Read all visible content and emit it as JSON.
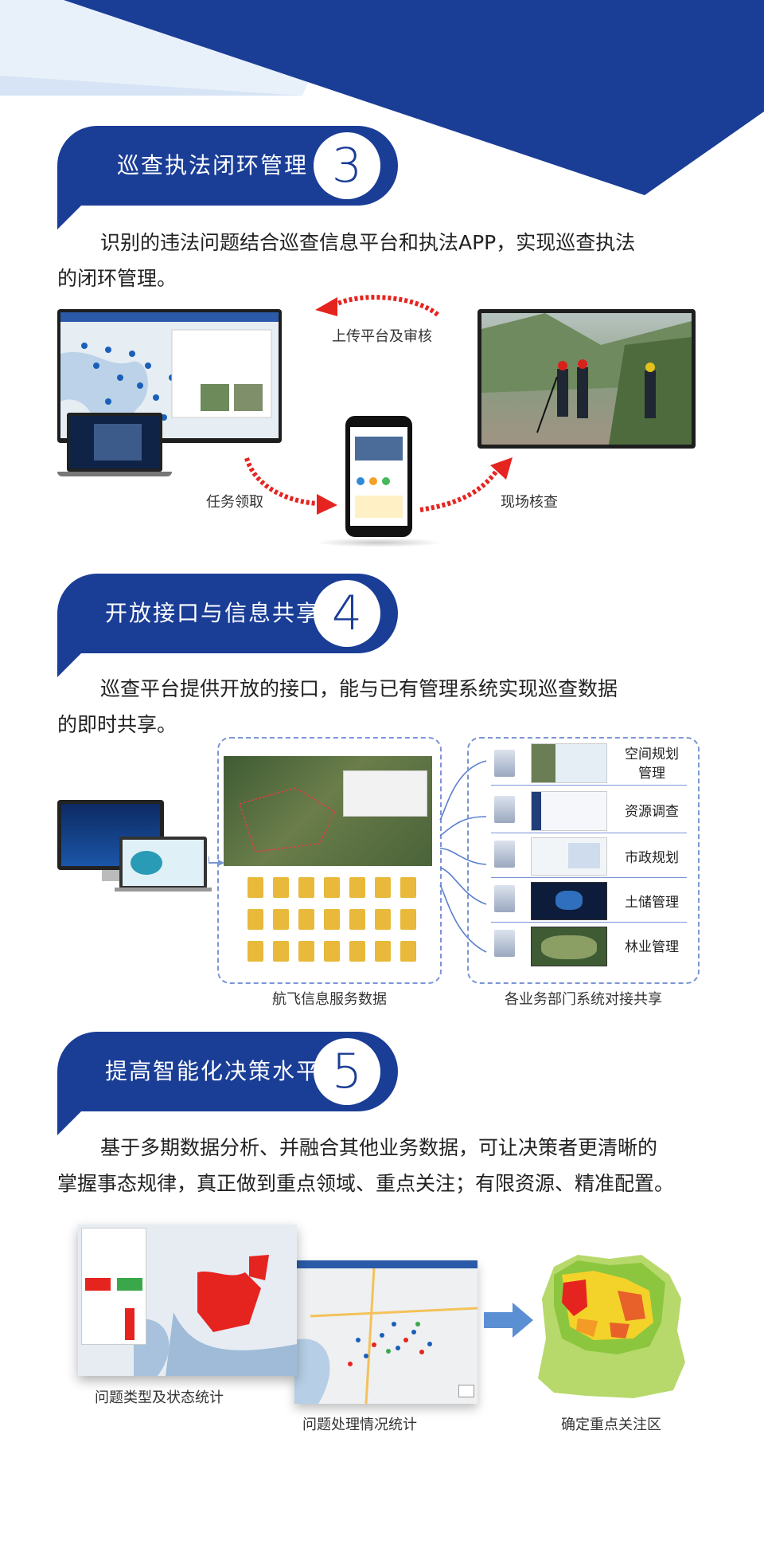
{
  "sections": [
    {
      "number": "3",
      "title": "巡查执法闭环管理",
      "paragraph_line1": "识别的违法问题结合巡查信息平台和执法APP，实现巡查执法",
      "paragraph_line2": "的闭环管理。",
      "captions": {
        "upload": "上传平台及审核",
        "task": "任务领取",
        "onsite": "现场核查"
      }
    },
    {
      "number": "4",
      "title": "开放接口与信息共享",
      "paragraph_line1": "巡查平台提供开放的接口，能与已有管理系统实现巡查数据",
      "paragraph_line2": "的即时共享。",
      "left_caption": "航飞信息服务数据",
      "right_caption": "各业务部门系统对接共享",
      "departments": [
        "空间规划\n管理",
        "资源调查",
        "市政规划",
        "土储管理",
        "林业管理"
      ]
    },
    {
      "number": "5",
      "title": "提高智能化决策水平",
      "paragraph_line1": "基于多期数据分析、并融合其他业务数据，可让决策者更清晰的",
      "paragraph_line2": "掌握事态规律，真正做到重点领域、重点关注；有限资源、精准配置。",
      "captions": {
        "type_stats": "问题类型及状态统计",
        "handling_stats": "问题处理情况统计",
        "focus_area": "确定重点关注区"
      }
    }
  ],
  "colors": {
    "brand_blue": "#1a3d96",
    "light_blue": "#d6e4f5",
    "arrow_red": "#e52420",
    "map_green": "#8cc63f"
  }
}
